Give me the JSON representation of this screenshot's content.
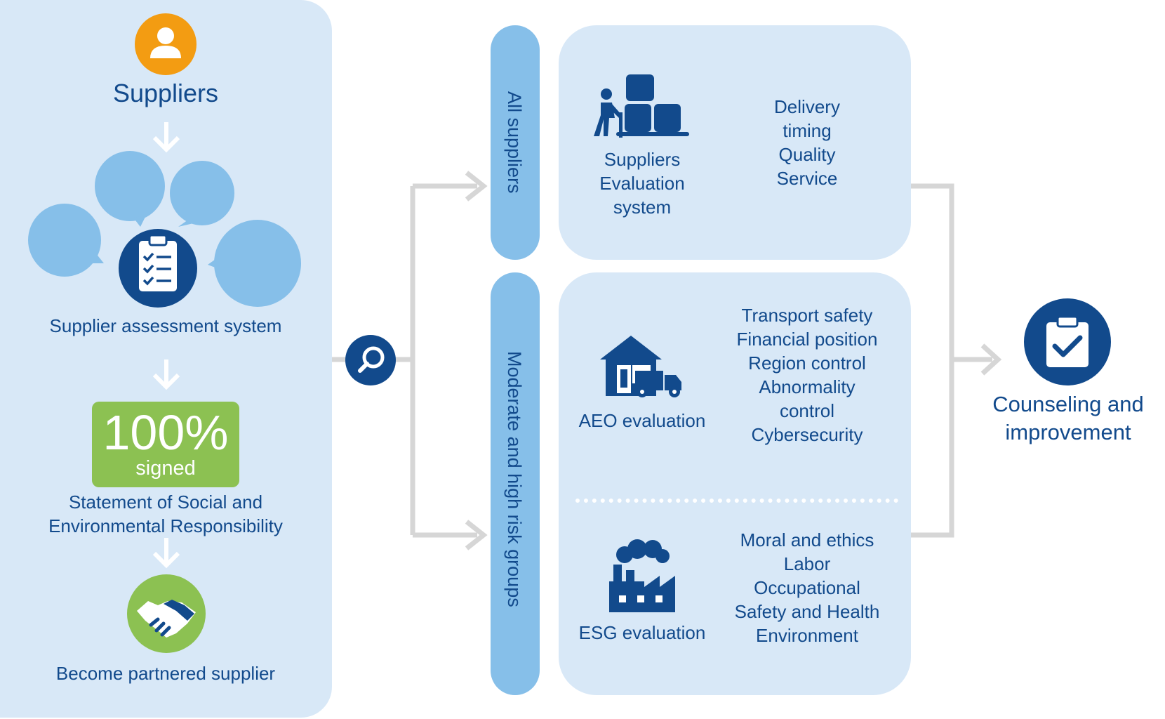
{
  "left": {
    "suppliers_label": "Suppliers",
    "assessment_label": "Supplier assessment system",
    "badge_percent": "100%",
    "badge_signed": "signed",
    "statement_lines": [
      "Statement of Social and",
      "Environmental Responsibility"
    ],
    "partner_label": "Become partnered supplier"
  },
  "branches": {
    "all_suppliers": "All suppliers",
    "moderate_high": "Moderate and high risk groups"
  },
  "top_box": {
    "system_lines": [
      "Suppliers",
      "Evaluation",
      "system"
    ],
    "criteria": [
      "Delivery",
      "timing",
      "Quality",
      "Service"
    ]
  },
  "aeo": {
    "label": "AEO evaluation",
    "criteria": [
      "Transport safety",
      "Financial position",
      "Region control",
      "Abnormality",
      "control",
      "Cybersecurity"
    ]
  },
  "esg": {
    "label": "ESG evaluation",
    "criteria": [
      "Moral and ethics",
      "Labor",
      "Occupational",
      "Safety and Health",
      "Environment"
    ]
  },
  "outcome": {
    "lines": [
      "Counseling and",
      "improvement"
    ]
  },
  "colors": {
    "navy": "#124a8c",
    "panel": "#d8e8f7",
    "bubble": "#86bfe9",
    "orange": "#f39c12",
    "green": "#8cc152",
    "connector": "#d6d6d6"
  }
}
